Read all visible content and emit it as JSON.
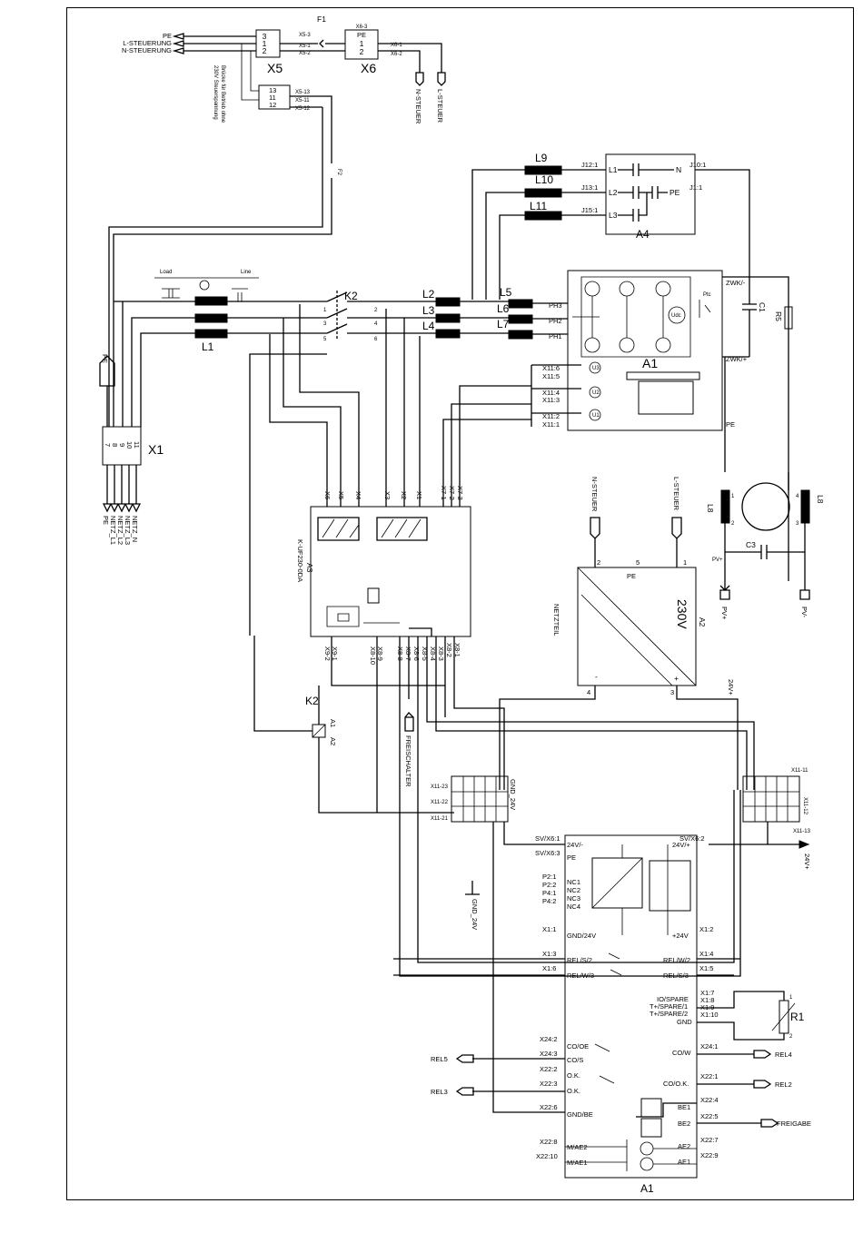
{
  "x5": {
    "inputs": [
      "PE",
      "L-STEUERUNG",
      "N-STEUERUNG"
    ],
    "fuse": "F1",
    "terminal_label": "X5",
    "top_terminals": [
      "3",
      "1",
      "2"
    ],
    "pins": [
      "X5-3",
      "X5-1",
      "X5-2"
    ],
    "lower_terminals": [
      "13",
      "11",
      "12"
    ],
    "lower_pins": [
      "X5-13",
      "X5-11",
      "X5-12"
    ],
    "note_line1": "Brücke für Betrieb ohne",
    "note_line2": "230V Steuerspannung",
    "fuse2": "F2"
  },
  "x6": {
    "terminal_label": "X6",
    "cells": [
      "PE",
      "1",
      "2"
    ],
    "pins": [
      "X6-3",
      "X6-1",
      "X6-2"
    ],
    "outputs": [
      "N-STEUER",
      "L-STEUER"
    ]
  },
  "filter": {
    "chokes": [
      "L9",
      "L10",
      "L11"
    ],
    "pins_left": [
      "J12:1",
      "J13:1",
      "J15:1"
    ],
    "lines": [
      "L1",
      "L2",
      "L3"
    ],
    "n_label": "N",
    "pe_label": "PE",
    "pins_right": [
      "J10:1",
      "J1:1"
    ],
    "label": "A4"
  },
  "mains": {
    "l1": "L1",
    "line_label": "Line",
    "load_label": "Load",
    "contactor": "K2",
    "k2_pins": [
      "1",
      "2",
      "3",
      "4",
      "5",
      "6"
    ],
    "chokes_mid": [
      "L2",
      "L3",
      "L4"
    ],
    "chokes_right": [
      "L5",
      "L6",
      "L7"
    ],
    "pe_plug": "PE",
    "x1_label": "X1",
    "x1_terminals": [
      "7",
      "8",
      "9",
      "10",
      "11"
    ],
    "netz": [
      "PE",
      "NETZ_L1",
      "NETZ_L2",
      "NETZ_L3",
      "NETZ_N"
    ]
  },
  "inverter": {
    "phases": [
      "PH3",
      "PH2",
      "PH1"
    ],
    "zwk": [
      "ZWK/-",
      "ZWK/+"
    ],
    "ptc": "Ptc",
    "udc": "Udc",
    "label": "A1",
    "pe": "PE",
    "x11": [
      "X11:6",
      "X11:5",
      "X11:4",
      "X11:3",
      "X11:2",
      "X11:1"
    ],
    "sensors": [
      "U3",
      "U2",
      "U1"
    ],
    "c1": "C1",
    "r5": "R5"
  },
  "pv": {
    "l8": [
      "L8",
      "L8"
    ],
    "pins": [
      "1",
      "2",
      "4",
      "3"
    ],
    "c3": "C3",
    "pv_plus": "PV+",
    "pv_minus": "PV-"
  },
  "a3": {
    "label": "A3",
    "type": "K-UF230-0DA",
    "x_top": [
      "X6",
      "X5",
      "X4",
      "X3",
      "X2",
      "X1",
      "X7-1",
      "X7-2",
      "X7-3"
    ],
    "x_bottom": [
      "X9-1",
      "X9-2",
      "X8-9",
      "X8-10",
      "X8-8",
      "X8-7",
      "X8-6",
      "X8-5",
      "X8-4",
      "X8-3",
      "X8-2",
      "X8-1"
    ]
  },
  "k2coil": {
    "label": "K2",
    "a1": "A1",
    "a2": "A2",
    "freischalter": "FREISCHALTER"
  },
  "psu": {
    "inputs": [
      "N-STEUER",
      "L-STEUER"
    ],
    "pins_top": [
      "2",
      "5",
      "1"
    ],
    "pe": "PE",
    "voltage": "230V",
    "name": "NETZTEIL",
    "label": "A2",
    "pins_bottom": [
      "4",
      "3"
    ],
    "minus": "-",
    "plus": "+",
    "out": "24V+"
  },
  "x11blocks": {
    "left_pins": [
      "X11-23",
      "X11-22",
      "X11-21"
    ],
    "gnd": "GND_24V",
    "right_pins": [
      "X11-11",
      "X11-12",
      "X11-13"
    ],
    "out": "24V+"
  },
  "controller": {
    "label": "A1",
    "gnd_label": "GND_24V",
    "left_pins": [
      "SV/X6:1",
      "SV/X6:3",
      "P2:1",
      "P2:2",
      "P4:1",
      "P4:2",
      "X1:1",
      "X1:3",
      "X1:6",
      "X24:2",
      "X24:3",
      "X22:2",
      "X22:3",
      "X22:6",
      "X22:8",
      "X22:10"
    ],
    "left_funcs": [
      "24V/-",
      "PE",
      "NC1",
      "NC2",
      "NC3",
      "NC4",
      "GND/24V",
      "REL/S/2",
      "REL/W/3",
      "CO/OE",
      "CO/S",
      "O.K.",
      "O.K.",
      "GND/BE",
      "M/AE2",
      "M/AE1"
    ],
    "right_pins": [
      "SV/X6:2",
      "X1:2",
      "X1:4",
      "X1:5",
      "X1:7",
      "X1:8",
      "X1:9",
      "X1:10",
      "X24:1",
      "X22:1",
      "X22:4",
      "X22:5",
      "X22:7",
      "X22:9"
    ],
    "right_funcs": [
      "24V/+",
      "+24V",
      "REL/W/2",
      "REL/S/3",
      "IO/SPARE",
      "T+/SPARE/1",
      "T+/SPARE/2",
      "GND",
      "CO/W",
      "CO/O.K.",
      "BE1",
      "BE2",
      "AE2",
      "AE1"
    ],
    "r1": "R1",
    "r1_pins": [
      "1",
      "2"
    ],
    "outputs_left": [
      "REL5",
      "REL3"
    ],
    "outputs_right": [
      "REL4",
      "REL2",
      "FREIGABE"
    ]
  }
}
